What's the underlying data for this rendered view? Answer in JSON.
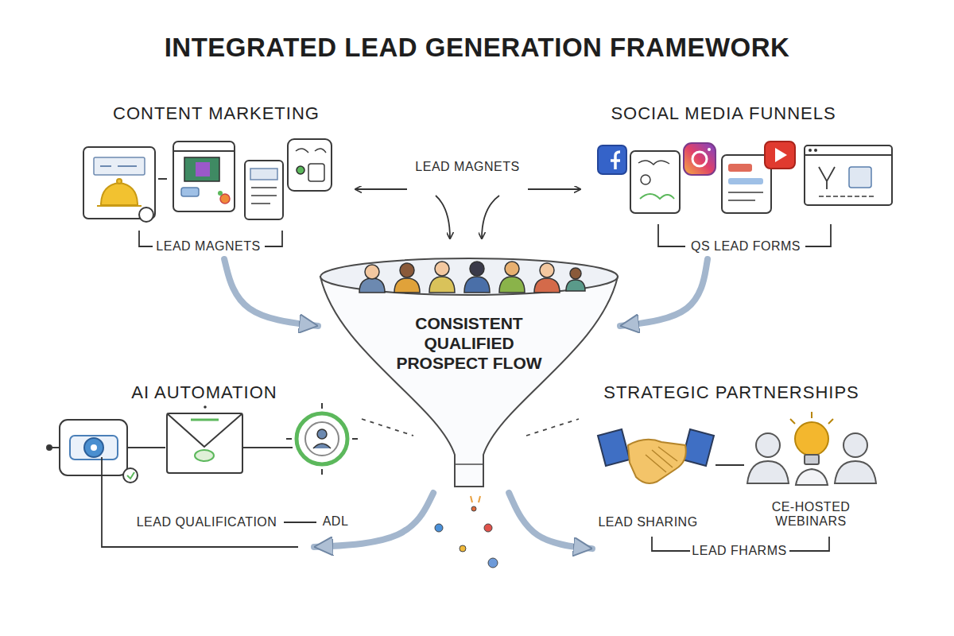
{
  "diagram": {
    "title": "INTEGRATED LEAD GENERATION FRAMEWORK",
    "nodes": [
      {
        "text": [
          "CONTENT MARKETING",
          "LEAD MAGNETS"
        ]
      },
      {
        "text": [
          "SOCIAL MEDIA FUNNELS",
          "QS LEAD FORMS"
        ]
      },
      {
        "text": [
          "CONSISTENT QUALIFIED PROSPECT FLOW"
        ]
      },
      {
        "text": [
          "AI AUTOMATION",
          "LEAD QUALIFICATION"
        ]
      },
      {
        "text": [
          "STRATEGIC PARTNERSHIPS",
          "LEAD SHARING",
          "CE-HOSTED WEBINARS",
          "LEAD FHARMS"
        ]
      }
    ],
    "edges": [
      {
        "from": 0,
        "to": 2,
        "arrow": "to"
      },
      {
        "from": 1,
        "to": 2,
        "arrow": "to"
      },
      {
        "from": 2,
        "to": 3,
        "arrow": "to"
      },
      {
        "from": 2,
        "to": 4,
        "arrow": "to"
      }
    ],
    "labels": [
      "LEAD MAGNETS",
      "ADL"
    ]
  }
}
